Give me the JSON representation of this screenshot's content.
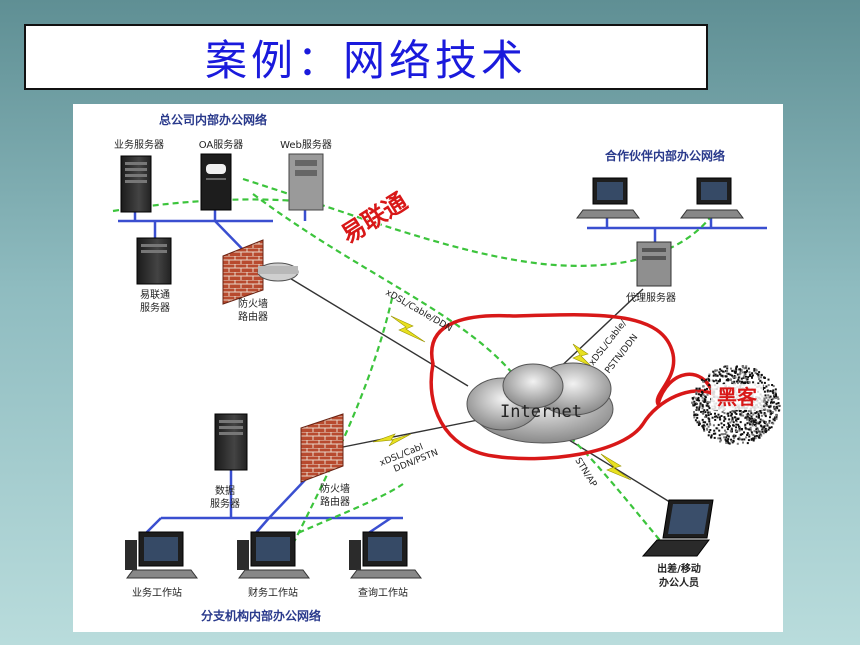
{
  "title": "案例：网络技术",
  "diagram": {
    "hq_network": "总公司内部办公网络",
    "partner_network": "合作伙伴内部办公网络",
    "branch_network": "分支机构内部办公网络",
    "business_server": "业务服务器",
    "oa_server": "OA服务器",
    "web_server": "Web服务器",
    "ylt_server_line1": "易联通",
    "ylt_server_line2": "服务器",
    "firewall_line1": "防火墙",
    "firewall_line2": "路由器",
    "proxy_server": "代理服务器",
    "brand_stamp": "易联通",
    "internet": "Internet",
    "hacker": "黑客",
    "link_hq": "xDSL/Cable/DDN",
    "link_partner_line1": "xDSL/Cable/",
    "link_partner_line2": "PSTN/DDN",
    "link_branch_line1": "xDSL/Cabl",
    "link_branch_line2": "DDN/PSTN",
    "link_mobile": "STN/AP",
    "data_server_line1": "数据",
    "data_server_line2": "服务器",
    "branch_firewall_line1": "防火墙",
    "branch_firewall_line2": "路由器",
    "workstation_business": "业务工作站",
    "workstation_finance": "财务工作站",
    "workstation_query": "查询工作站",
    "mobile_line1": "出差/移动",
    "mobile_line2": "办公人员"
  },
  "colors": {
    "title_text": "#1a1adc",
    "lan_line": "#3a4fd0",
    "vpn_dash": "#3cc43c",
    "wan_bolt": "#e8e020",
    "red_mark": "#d81818"
  }
}
